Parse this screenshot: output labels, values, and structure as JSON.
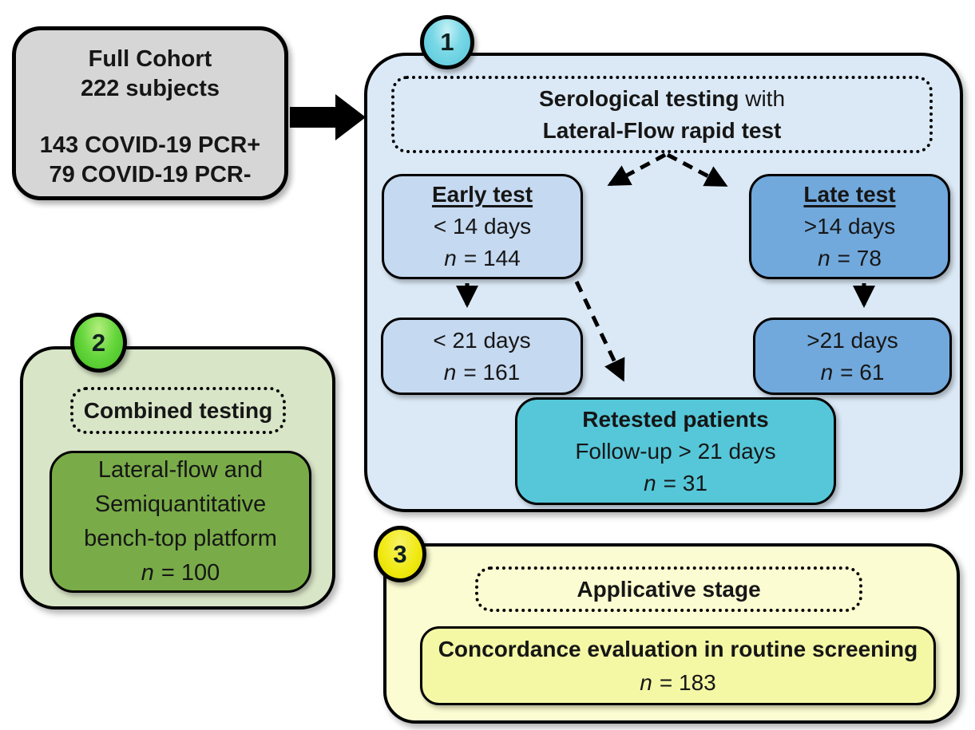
{
  "figure": {
    "type": "study-flow-diagram",
    "colors": {
      "cohort_fill": "#d6d6d6",
      "stage1_fill": "#dbe9f6",
      "early_fill": "#c5d9f0",
      "late_fill": "#72a9dc",
      "retested_fill": "#55c7d9",
      "stage2_fill": "#d9e5c7",
      "stage2_inner_fill": "#79ac48",
      "stage3_fill": "#fcfcd2",
      "stage3_inner_fill": "#f4f7a4",
      "badge1_fill": "#6ed3e3",
      "badge2_fill": "#55cb31",
      "badge3_fill": "#f0e90f",
      "outline": "#000000"
    }
  },
  "cohort": {
    "title": "Full Cohort",
    "subtitle": "222 subjects",
    "pcr_positive": "143 COVID-19 PCR+",
    "pcr_negative": "79 COVID-19 PCR-"
  },
  "stage1": {
    "badge": "1",
    "header": {
      "bold1": "Serological testing",
      "regular": " with",
      "bold2": "Lateral-Flow rapid test"
    },
    "early_test": {
      "title": "Early test",
      "range": "< 14 days",
      "n_symbol": "n",
      "n_value": "= 144"
    },
    "late_test": {
      "title": "Late test",
      "range": ">14 days",
      "n_symbol": "n",
      "n_value": "= 78"
    },
    "early_21": {
      "range": "< 21 days",
      "n_symbol": "n",
      "n_value": "= 161"
    },
    "late_21": {
      "range": ">21 days",
      "n_symbol": "n",
      "n_value": "= 61"
    },
    "retested": {
      "title": "Retested patients",
      "range": "Follow-up > 21 days",
      "n_symbol": "n",
      "n_value": "= 31"
    }
  },
  "stage2": {
    "badge": "2",
    "header": "Combined testing",
    "body": {
      "line1": "Lateral-flow and",
      "line2": "Semiquantitative",
      "line3": "bench-top platform",
      "n_symbol": "n",
      "n_value": "= 100"
    }
  },
  "stage3": {
    "badge": "3",
    "header": "Applicative stage",
    "body": {
      "title": "Concordance evaluation in routine screening",
      "n_symbol": "n",
      "n_value": "= 183"
    }
  }
}
